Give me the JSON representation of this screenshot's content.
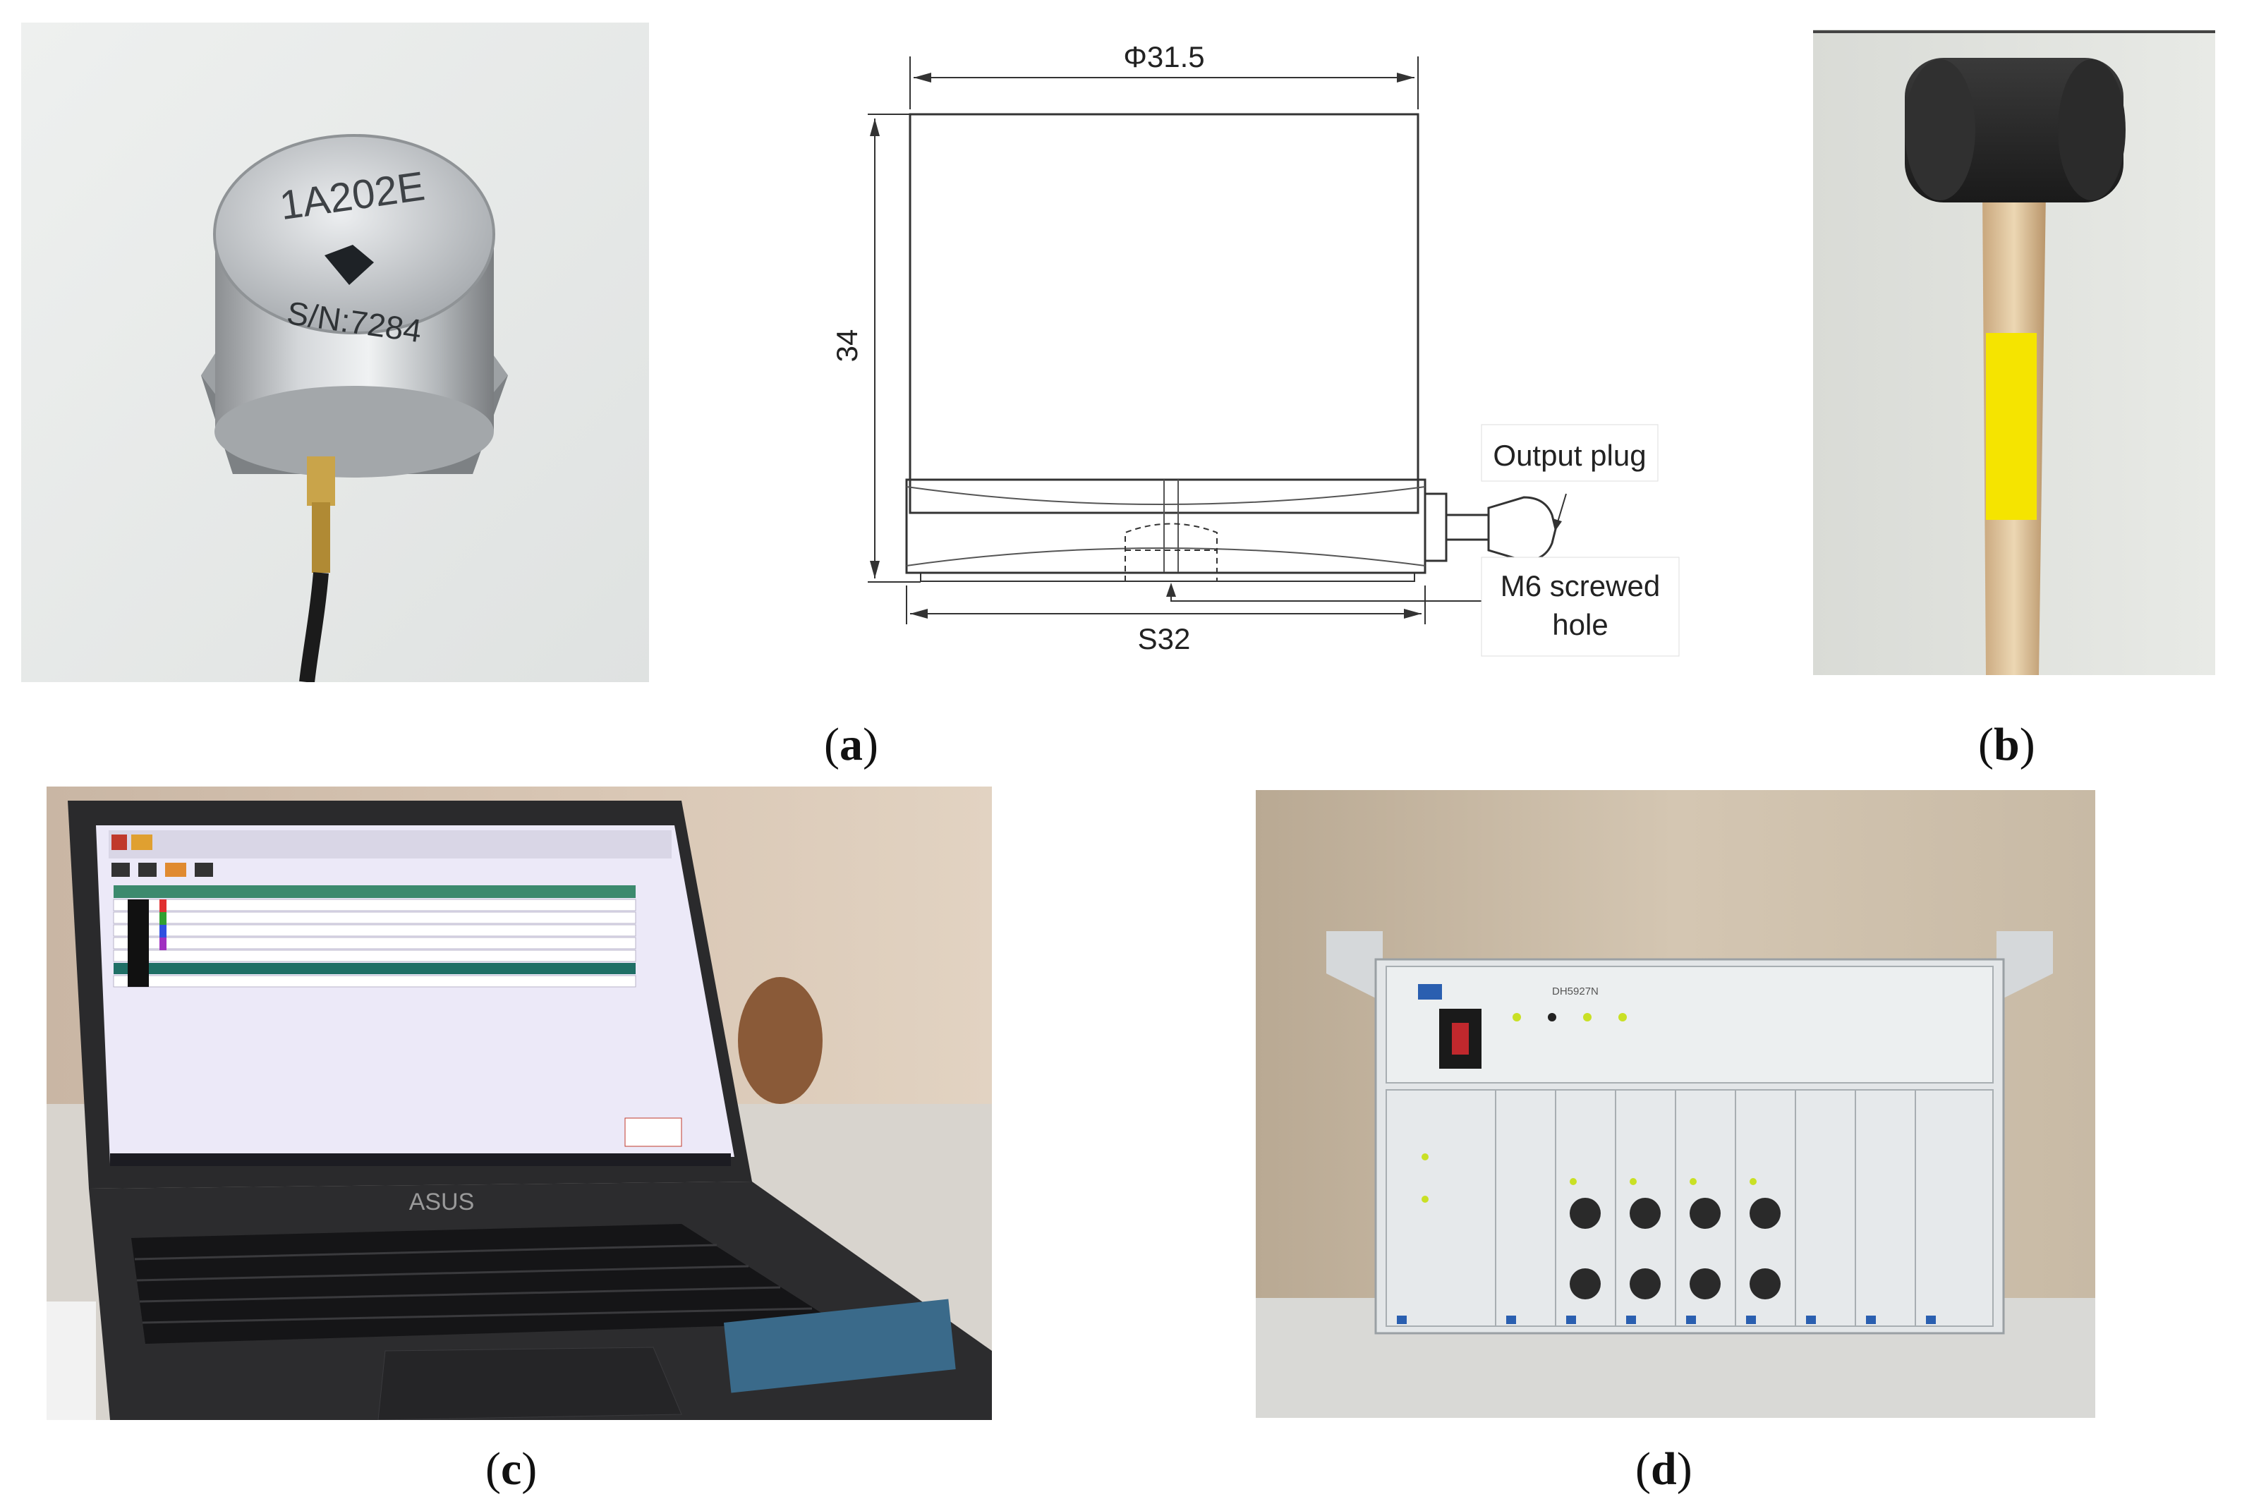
{
  "captions": {
    "a": "a",
    "b": "b",
    "c": "c",
    "d": "d"
  },
  "sensor_photo": {
    "model_text": "1A202E",
    "serial_text": "S/N:7284"
  },
  "drawing": {
    "diameter_label": "Φ31.5",
    "height_label": "34",
    "base_label": "S32",
    "output_plug_label": "Output plug",
    "screw_hole_label_line1": "M6 screwed",
    "screw_hole_label_line2": "hole"
  },
  "laptop_photo": {
    "brand_text": "ASUS"
  },
  "daq_photo": {
    "model_text": "DH5927N"
  },
  "colors": {
    "hammer_tape": "#f5e400",
    "daq_panel": "#e3e6e8",
    "laptop_body": "#2a2a2c",
    "laptop_screen": "#ece9f8"
  }
}
